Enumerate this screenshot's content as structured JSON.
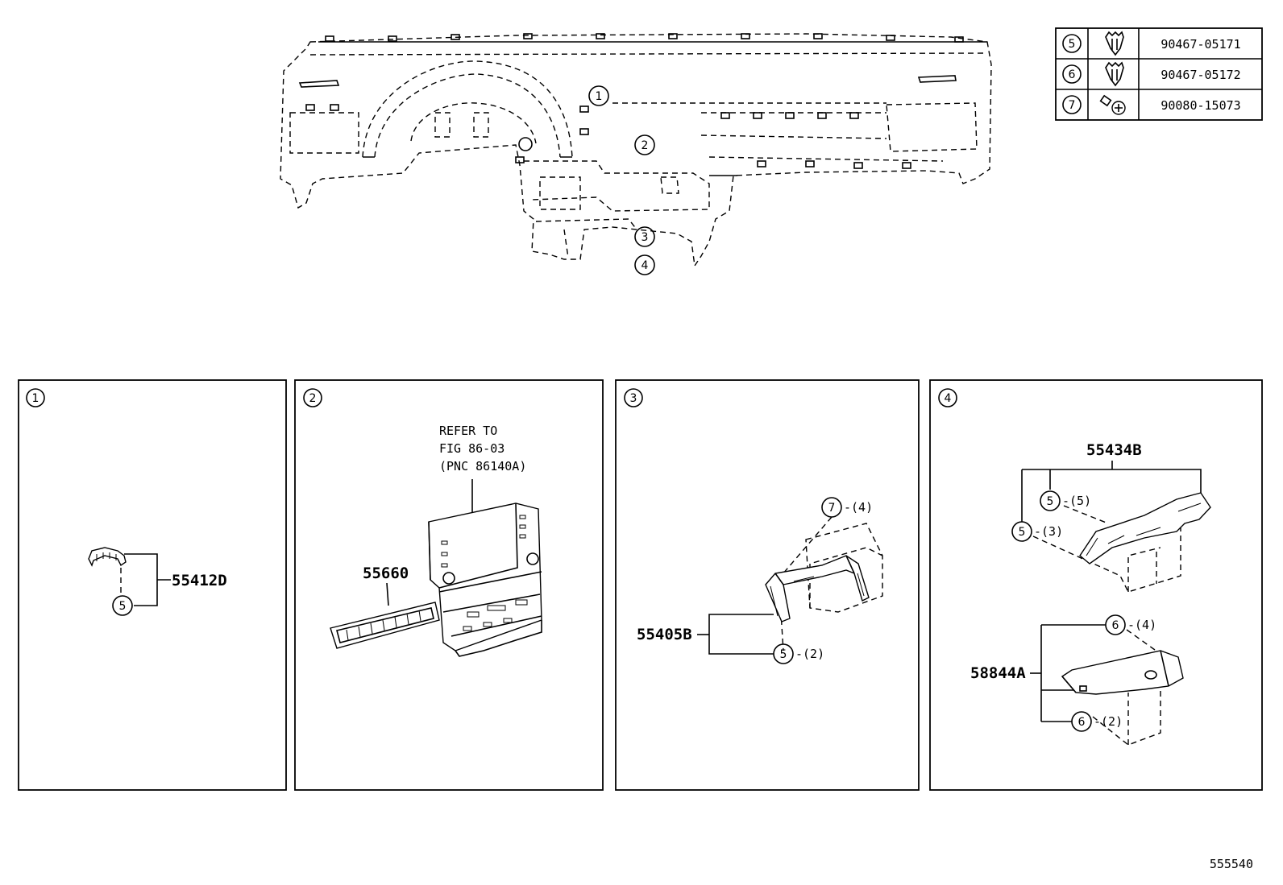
{
  "parts_table": [
    {
      "ref": "5",
      "part_no": "90467-05171",
      "icon": "clip-icon"
    },
    {
      "ref": "6",
      "part_no": "90467-05172",
      "icon": "clip-icon"
    },
    {
      "ref": "7",
      "part_no": "90080-15073",
      "icon": "screw-icon"
    }
  ],
  "overview_callouts": [
    "1",
    "2",
    "3",
    "4"
  ],
  "panels": [
    {
      "ref": "1",
      "labels": {
        "part": "55412D",
        "clip": "5"
      }
    },
    {
      "ref": "2",
      "labels": {
        "refer_line1": "REFER TO",
        "refer_line2": "FIG 86-03",
        "refer_line3": "(PNC 86140A)",
        "part": "55660"
      }
    },
    {
      "ref": "3",
      "labels": {
        "part": "55405B",
        "screw": "7",
        "screw_qty": "-(4)",
        "clip": "5",
        "clip_qty": "-(2)"
      }
    },
    {
      "ref": "4",
      "labels": {
        "part_top": "55434B",
        "clip_a": "5",
        "clip_a_qty": "-(5)",
        "clip_b": "5",
        "clip_b_qty": "-(3)",
        "part_bottom": "58844A",
        "clip_c": "6",
        "clip_c_qty": "-(4)",
        "clip_d": "6",
        "clip_d_qty": "-(2)"
      }
    }
  ],
  "figure_id": "555540"
}
